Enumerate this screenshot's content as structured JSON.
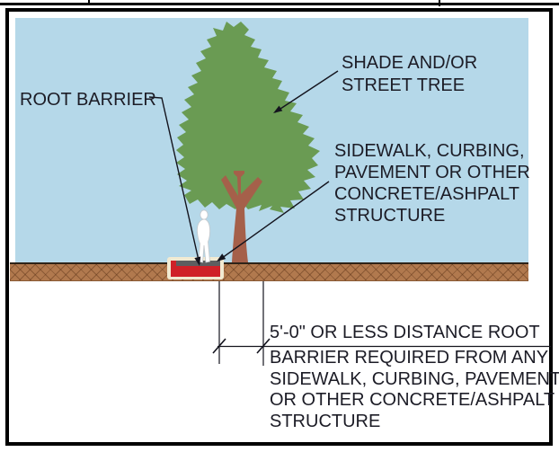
{
  "labels": {
    "root_barrier": "ROOT BARRIER",
    "shade_tree": [
      "SHADE AND/OR",
      "STREET TREE"
    ],
    "structure_callout": [
      "SIDEWALK, CURBING,",
      "PAVEMENT OR OTHER",
      "CONCRETE/ASHPALT",
      "STRUCTURE"
    ],
    "dimension_note_first_line": "5'-0\" OR LESS DISTANCE ROOT",
    "dimension_note_rest": [
      "BARRIER REQUIRED FROM ANY",
      "SIDEWALK, CURBING, PAVEMENT",
      "OR OTHER CONCRETE/ASHPALT",
      "STRUCTURE"
    ]
  },
  "dimension_value": "5'-0\"",
  "colors": {
    "sky": "#b5d8e9",
    "canopy": "#6a9b53",
    "trunk": "#a5604a",
    "ground": "#b1794e",
    "barrier_red": "#cf2128",
    "barrier_outline": "#f1ead2",
    "pavement_gray": "#5d5e60",
    "person": "#ffffff",
    "line": "#14141e",
    "text": "#1c1c26",
    "frame": "#000000"
  }
}
